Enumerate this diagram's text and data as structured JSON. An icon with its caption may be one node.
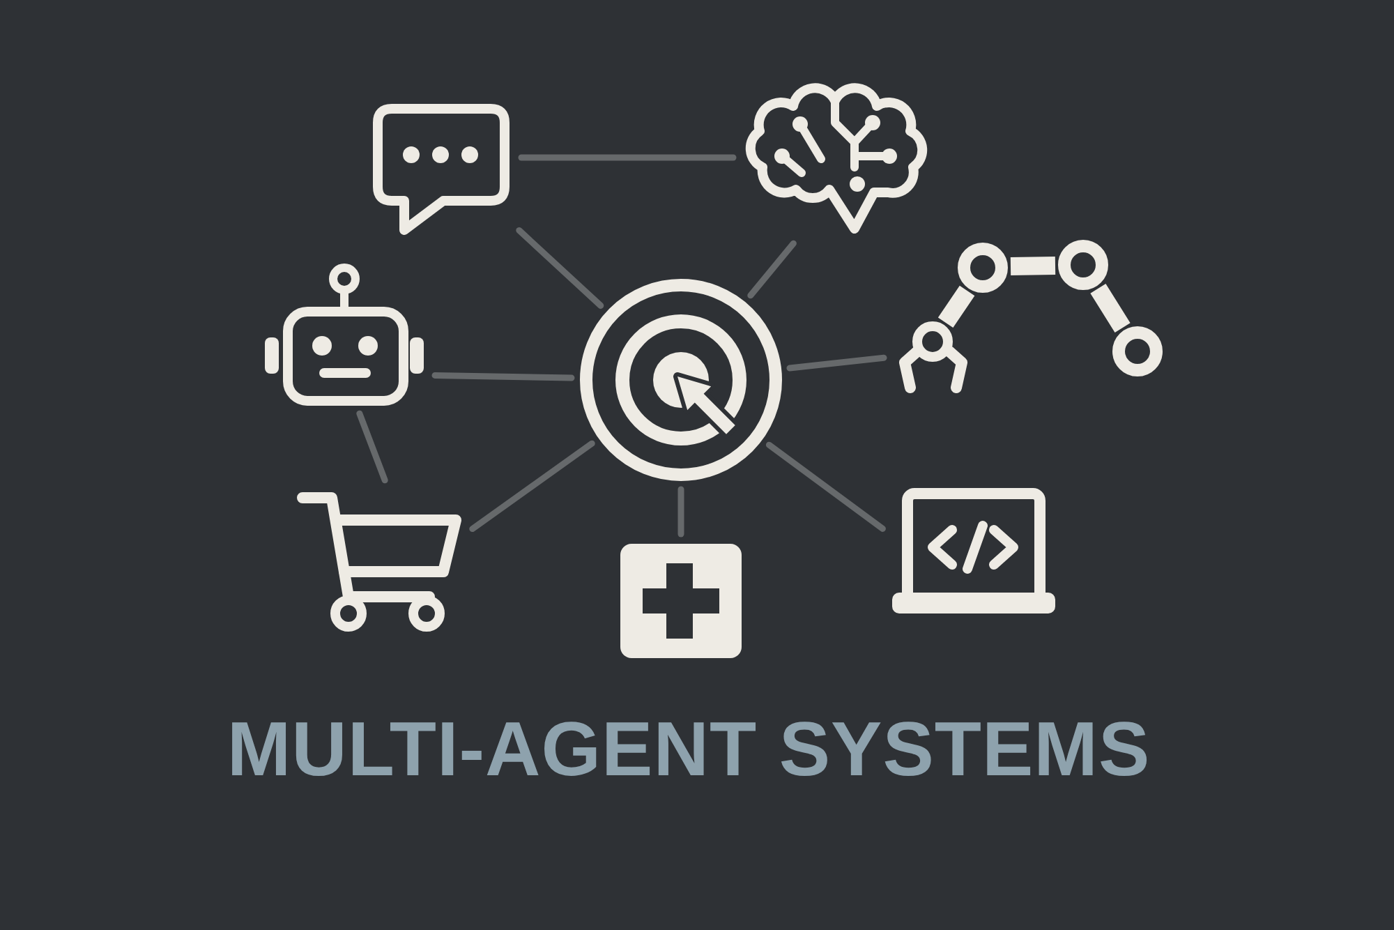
{
  "diagram": {
    "title": "MULTI-AGENT SYSTEMS",
    "nodes": [
      {
        "text": [],
        "shape": "picture"
      },
      {
        "text": [],
        "shape": "picture"
      },
      {
        "text": [],
        "shape": "picture"
      },
      {
        "text": [],
        "shape": "picture"
      },
      {
        "text": [],
        "shape": "picture"
      },
      {
        "text": [],
        "shape": "picture"
      },
      {
        "text": [],
        "shape": "picture"
      },
      {
        "text": [],
        "shape": "picture"
      }
    ],
    "edges": [
      {
        "from": 0,
        "to": 1,
        "arrow": "none"
      },
      {
        "from": 0,
        "to": 3,
        "arrow": "none"
      },
      {
        "from": 1,
        "to": 3,
        "arrow": "none"
      },
      {
        "from": 2,
        "to": 3,
        "arrow": "none"
      },
      {
        "from": 3,
        "to": 4,
        "arrow": "none"
      },
      {
        "from": 2,
        "to": 5,
        "arrow": "none"
      },
      {
        "from": 3,
        "to": 5,
        "arrow": "none"
      },
      {
        "from": 3,
        "to": 6,
        "arrow": "none"
      },
      {
        "from": 3,
        "to": 7,
        "arrow": "none"
      }
    ]
  }
}
